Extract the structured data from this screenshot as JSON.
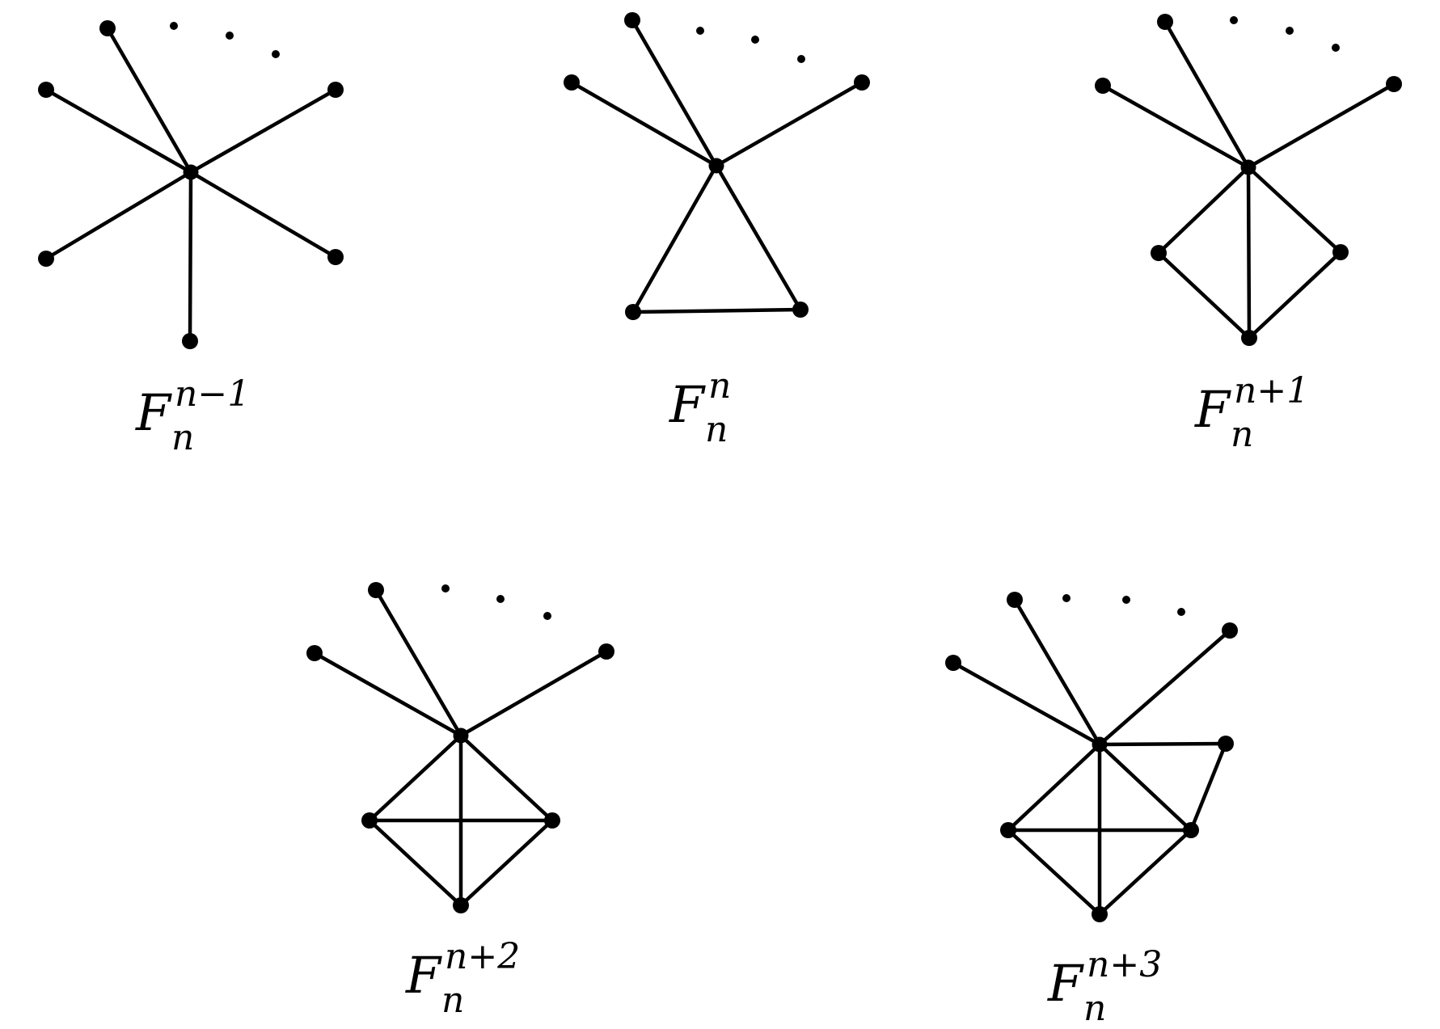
{
  "graphs": [
    {
      "id": "g1",
      "label": {
        "base": "F",
        "sub": "n",
        "sup": "n−1"
      }
    },
    {
      "id": "g2",
      "label": {
        "base": "F",
        "sub": "n",
        "sup": "n"
      }
    },
    {
      "id": "g3",
      "label": {
        "base": "F",
        "sub": "n",
        "sup": "n+1"
      }
    },
    {
      "id": "g4",
      "label": {
        "base": "F",
        "sub": "n",
        "sup": "n+2"
      }
    },
    {
      "id": "g5",
      "label": {
        "base": "F",
        "sub": "n",
        "sup": "n+3"
      }
    }
  ],
  "colors": {
    "ink": "#000000",
    "background": "#ffffff"
  }
}
